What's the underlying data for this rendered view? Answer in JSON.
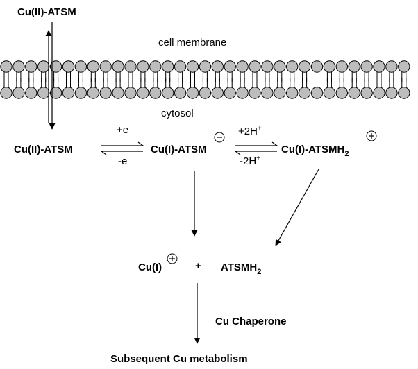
{
  "species": {
    "outside_complex": "Cu(II)-ATSM",
    "cytosol_complex": "Cu(II)-ATSM",
    "reduced_complex": "Cu(I)-ATSM",
    "protonated_complex_prefix": "Cu(I)-ATSMH",
    "protonated_complex_sub": "2",
    "free_copper": "Cu(I)",
    "free_ligand_prefix": "ATSMH",
    "free_ligand_sub": "2",
    "final_product": "Subsequent Cu metabolism"
  },
  "labels": {
    "membrane": "cell membrane",
    "cytosol": "cytosol",
    "plus_sign": "+",
    "chaperone": "Cu Chaperone"
  },
  "charges": {
    "negative": "−",
    "positive": "+"
  },
  "equilibria": {
    "reduction": {
      "forward": "+e",
      "reverse": "-e"
    },
    "protonation": {
      "forward": "+2H",
      "reverse": "-2H",
      "superscript": "+"
    }
  },
  "colors": {
    "lipid_head": "#bdbdbd",
    "lipid_outline": "#000000",
    "text": "#000000"
  }
}
